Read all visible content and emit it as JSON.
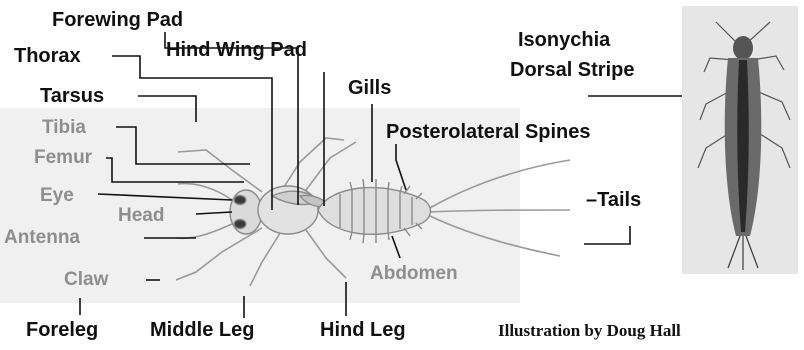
{
  "labels": {
    "forewing_pad": "Forewing Pad",
    "thorax": "Thorax",
    "hind_wing_pad": "Hind Wing Pad",
    "gills": "Gills",
    "tarsus": "Tarsus",
    "tibia": "Tibia",
    "femur": "Femur",
    "posterolateral_spines": "Posterolateral Spines",
    "eye": "Eye",
    "head": "Head",
    "antenna": "Antenna",
    "claw": "Claw",
    "abdomen": "Abdomen",
    "tails": "Tails",
    "foreleg": "Foreleg",
    "middle_leg": "Middle Leg",
    "hind_leg": "Hind Leg",
    "isonychia_line1": "Isonychia",
    "isonychia_line2": "Dorsal Stripe"
  },
  "credit": "Illustration by Doug Hall",
  "colors": {
    "label_dark": "#111111",
    "label_gray": "#8e8e8e",
    "body_fill": "#d9d9d9",
    "photo_bg": "#e6e6e6",
    "dorsal_stripe": "#2a2a2a"
  }
}
